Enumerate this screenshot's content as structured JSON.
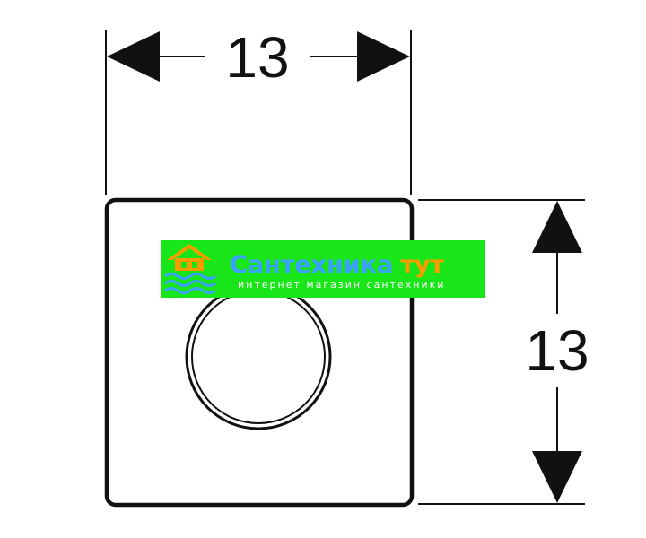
{
  "dimensions": {
    "width_label": "13",
    "height_label": "13"
  },
  "watermark": {
    "title_part1": "Сантехника",
    "title_part2": "тут",
    "subtitle": "интернет магазин сантехники",
    "background_color": "#19e619",
    "title_color_part1": "#3aa0ff",
    "title_color_part2": "#ff9900",
    "icon": "house-on-water-icon"
  },
  "colors": {
    "line": "#111111",
    "background": "#ffffff"
  }
}
